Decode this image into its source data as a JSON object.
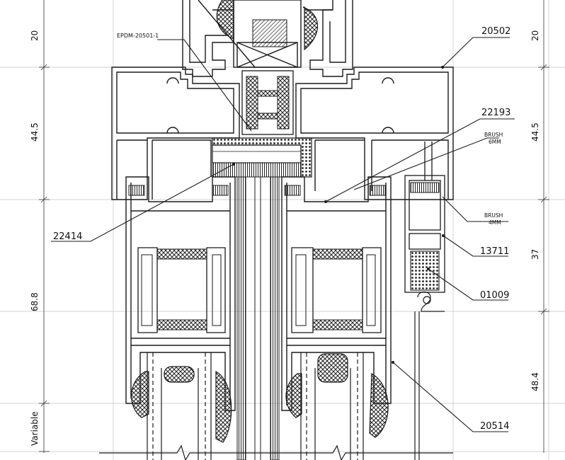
{
  "drawing": {
    "callouts": {
      "c20502": "20502",
      "c22193": "22193",
      "brush6": [
        "BRUSH",
        "6MM"
      ],
      "brush4": [
        "BRUSH",
        "4MM"
      ],
      "c13711": "13711",
      "c01009": "01009",
      "c20514": "20514",
      "c22414": "22414",
      "epdm": "EPDM-20501-1"
    },
    "dimensions": {
      "left": [
        "20",
        "44.5",
        "68.8",
        "Variable"
      ],
      "right": [
        "20",
        "44.5",
        "37",
        "48.4"
      ]
    },
    "colors": {
      "line": "#1a1a1a",
      "dim": "#333333",
      "hatch": "#222222",
      "guide": "#bbbbbb"
    }
  }
}
